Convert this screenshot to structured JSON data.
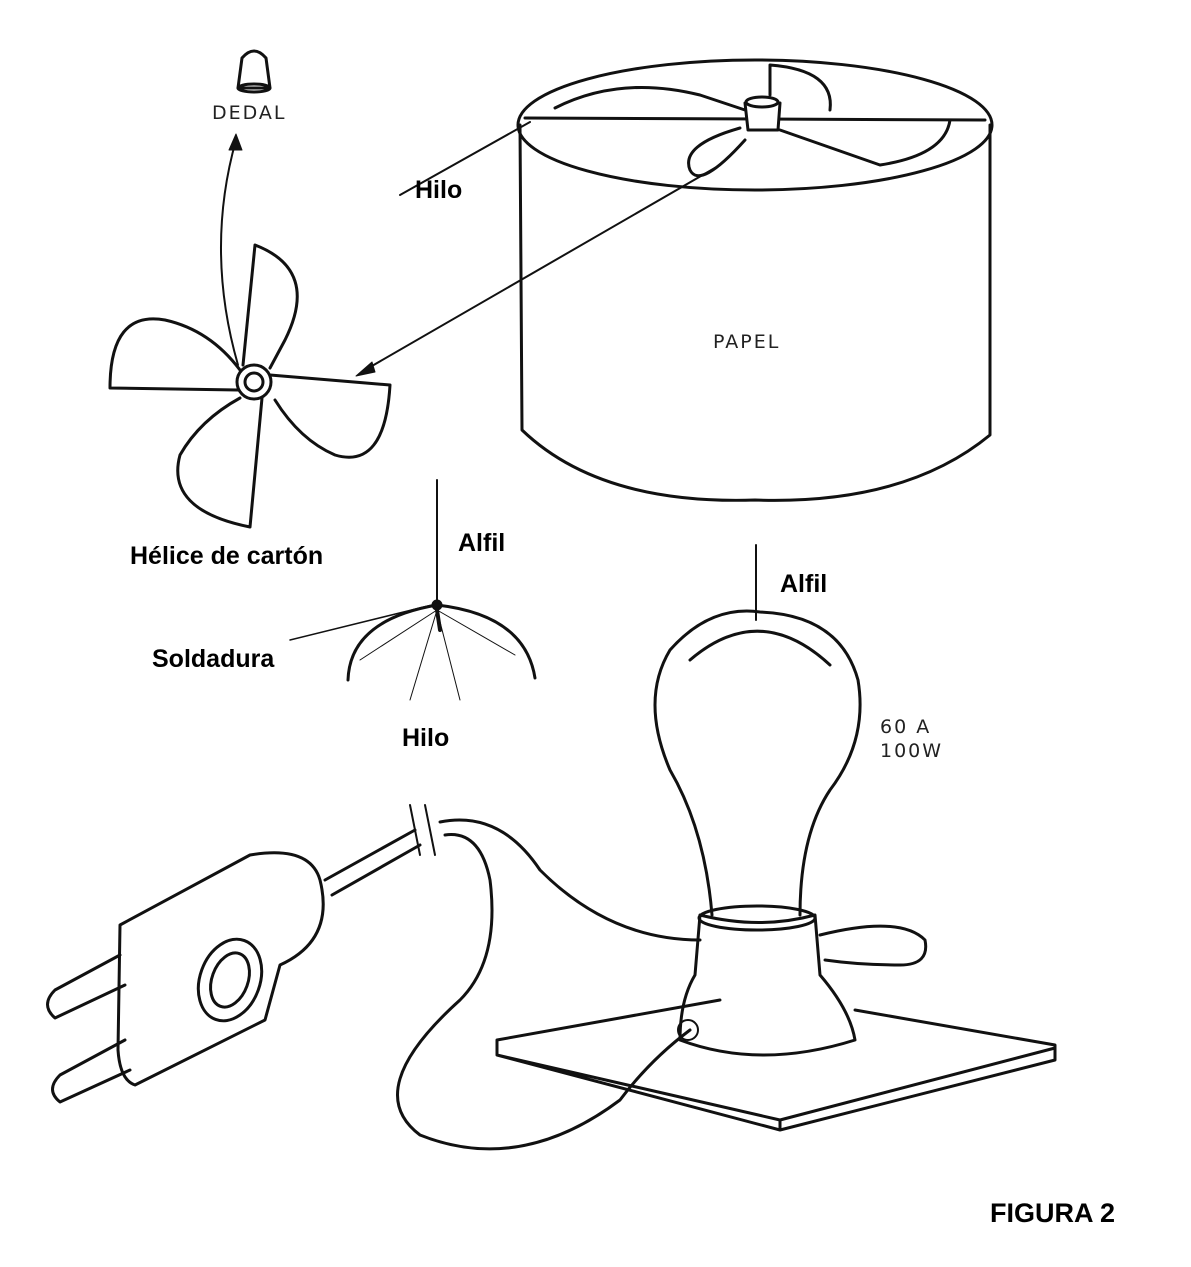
{
  "title": "FIGURA 2",
  "labels": {
    "dedal": "DEDAL",
    "hilo_top": "Hilo",
    "papel": "PAPEL",
    "helice": "Hélice de cartón",
    "alfil_left": "Alfil",
    "alfil_right": "Alfil",
    "soldadura": "Soldadura",
    "hilo_bottom": "Hilo",
    "bulb_line1": "60 A",
    "bulb_line2": "100W"
  },
  "colors": {
    "ink": "#111111",
    "background": "#ffffff"
  }
}
